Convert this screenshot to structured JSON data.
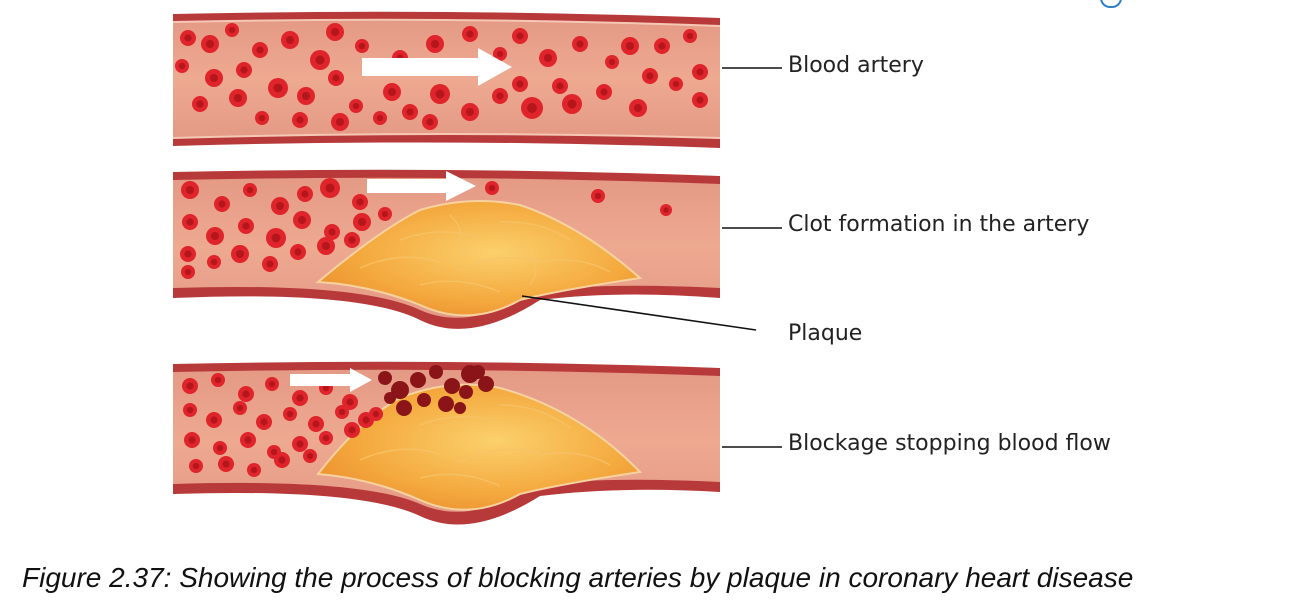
{
  "labels": {
    "blood_artery": "Blood artery",
    "clot_formation": "Clot formation in the artery",
    "plaque": "Plaque",
    "blockage": "Blockage stopping blood flow"
  },
  "caption": "Figure 2.37: Showing the process of blocking arteries by plaque in coronary heart disease",
  "colors": {
    "artery_wall": "#b8393a",
    "artery_wall_dark": "#8e1f22",
    "vessel_lumen": "#e9a089",
    "inner_lining": "#f3c2ad",
    "red_cell": "#e0242b",
    "red_cell_center": "#b5161c",
    "clot_cell": "#8b1418",
    "plaque_fill": "#f3a63b",
    "plaque_light": "#fbcf6a",
    "flow_arrow": "#ffffff",
    "leader_line": "#111111"
  },
  "icons": [
    "flow-arrow-icon",
    "red-blood-cell-icon",
    "clot-icon",
    "plaque-icon"
  ]
}
